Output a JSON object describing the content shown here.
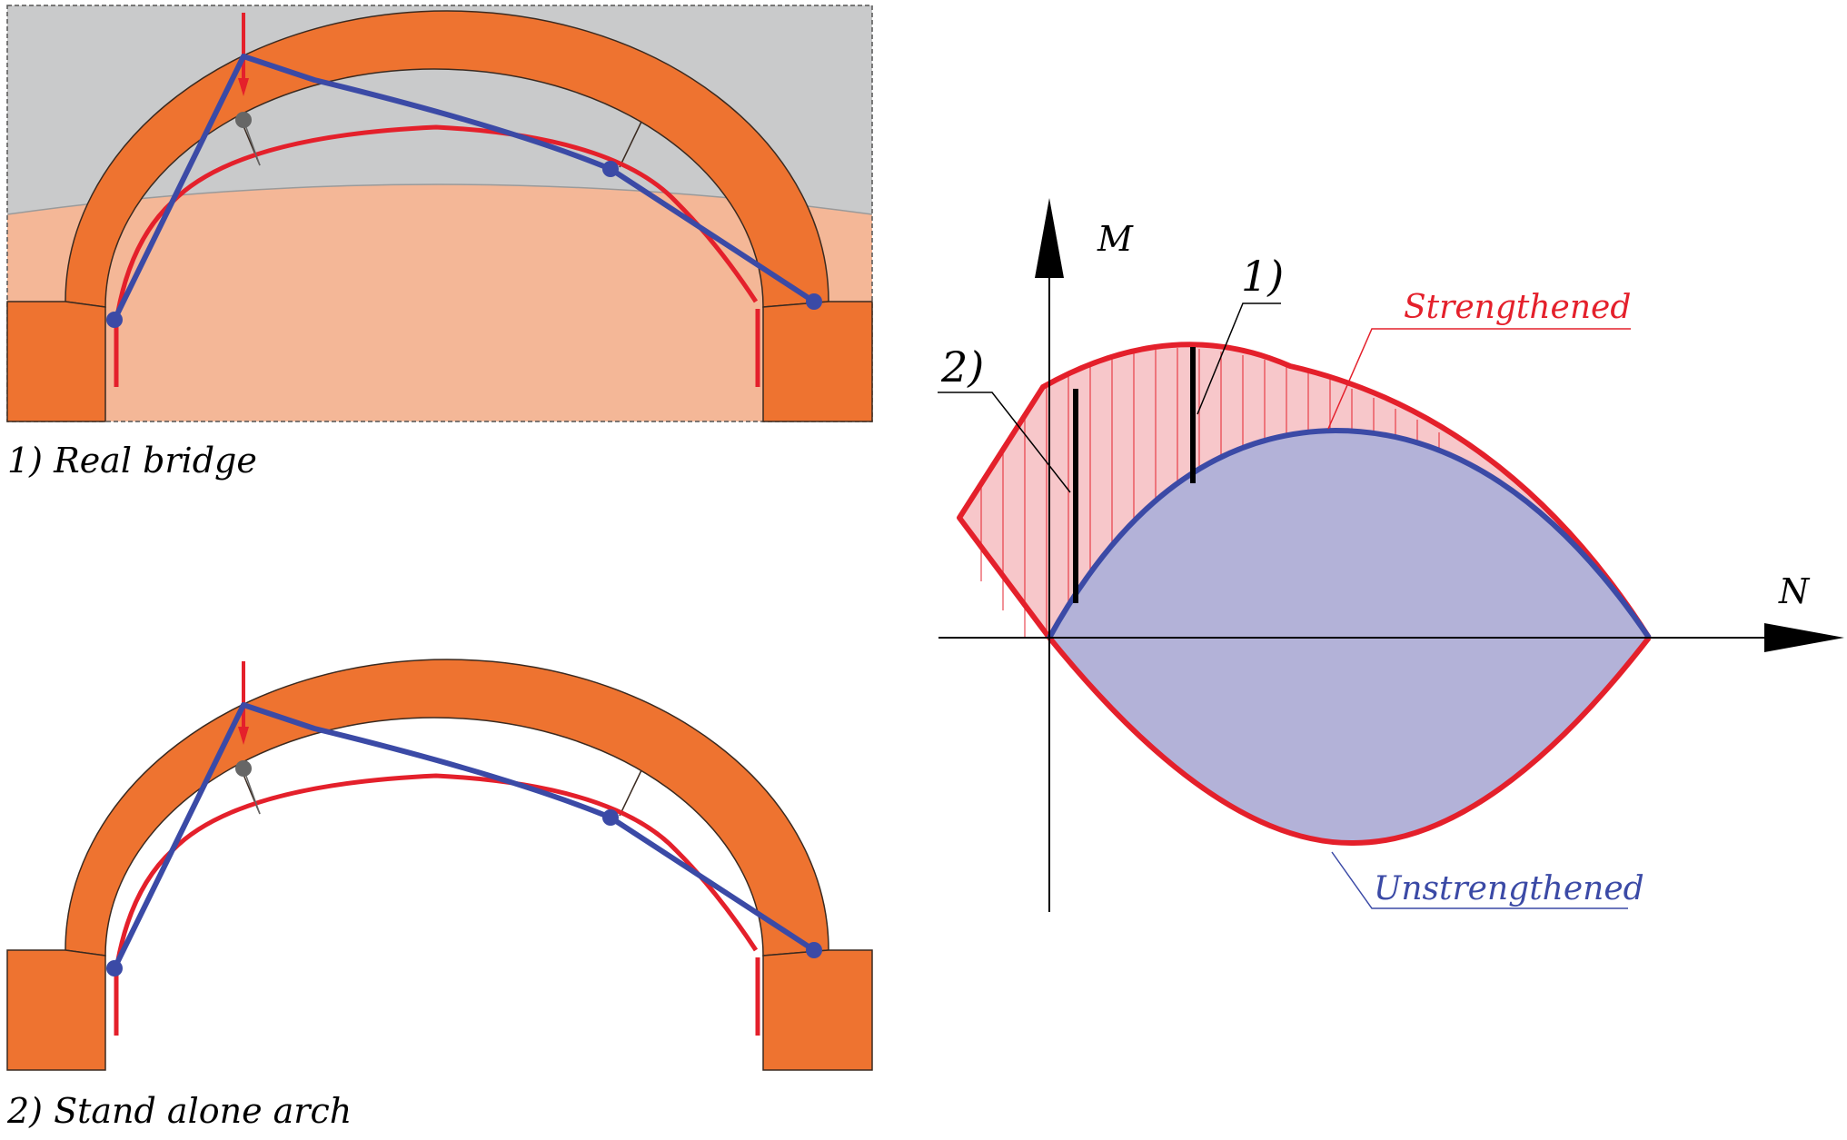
{
  "colors": {
    "fill_gray": "#c9cacb",
    "fill_peach": "#f4b797",
    "arch_orange": "#ee7330",
    "line_red": "#e4202b",
    "line_blue": "#3b4aa6",
    "strength_fill": "#f7c7ca",
    "unstrength_fill": "#b3b2d8",
    "hinge_gray": "#666666"
  },
  "panel1": {
    "caption": "1) Real bridge"
  },
  "panel2": {
    "caption": "2) Stand alone arch"
  },
  "diagram": {
    "axis_m": "M",
    "axis_n": "N",
    "marker1": "1)",
    "marker2": "2)",
    "strengthened_label": "Strengthened",
    "unstrengthened_label": "Unstrengthened"
  }
}
